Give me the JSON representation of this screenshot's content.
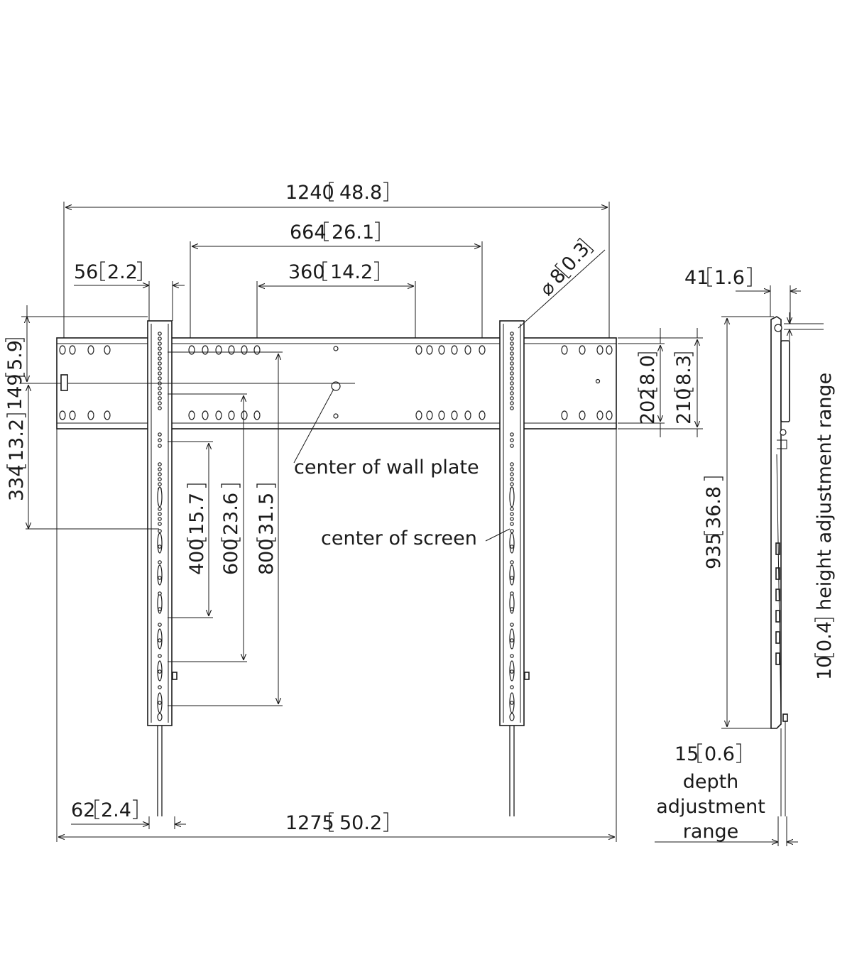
{
  "dimensions": {
    "overall_width": {
      "mm": "1240",
      "in": "48.8"
    },
    "vesa_664": {
      "mm": "664",
      "in": "26.1"
    },
    "vesa_360": {
      "mm": "360",
      "in": "14.2"
    },
    "arm_width": {
      "mm": "56",
      "in": "2.2"
    },
    "hole_diameter": {
      "mm": "8",
      "in": "0.3",
      "symbol": "⌀"
    },
    "arm_top_offset": {
      "mm": "149",
      "in": "5.9"
    },
    "screen_center_offset": {
      "mm": "334",
      "in": "13.2"
    },
    "vesa_400": {
      "mm": "400",
      "in": "15.7"
    },
    "vesa_600": {
      "mm": "600",
      "in": "23.6"
    },
    "vesa_800": {
      "mm": "800",
      "in": "31.5"
    },
    "plate_height_inner": {
      "mm": "202",
      "in": "8.0"
    },
    "plate_height_outer": {
      "mm": "210",
      "in": "8.3"
    },
    "arm_foot": {
      "mm": "62",
      "in": "2.4"
    },
    "total_width": {
      "mm": "1275",
      "in": "50.2"
    },
    "side_depth": {
      "mm": "41",
      "in": "1.6"
    },
    "side_height": {
      "mm": "935",
      "in": "36.8"
    },
    "height_adjust": {
      "mm": "10",
      "in": "0.4"
    },
    "depth_adjust": {
      "mm": "15",
      "in": "0.6"
    }
  },
  "labels": {
    "center_wall_plate": "center of wall plate",
    "center_screen": "center of screen",
    "height_adjustment_range": "height adjustment range",
    "depth_adjustment_range": [
      "depth",
      "adjustment",
      "range"
    ]
  }
}
